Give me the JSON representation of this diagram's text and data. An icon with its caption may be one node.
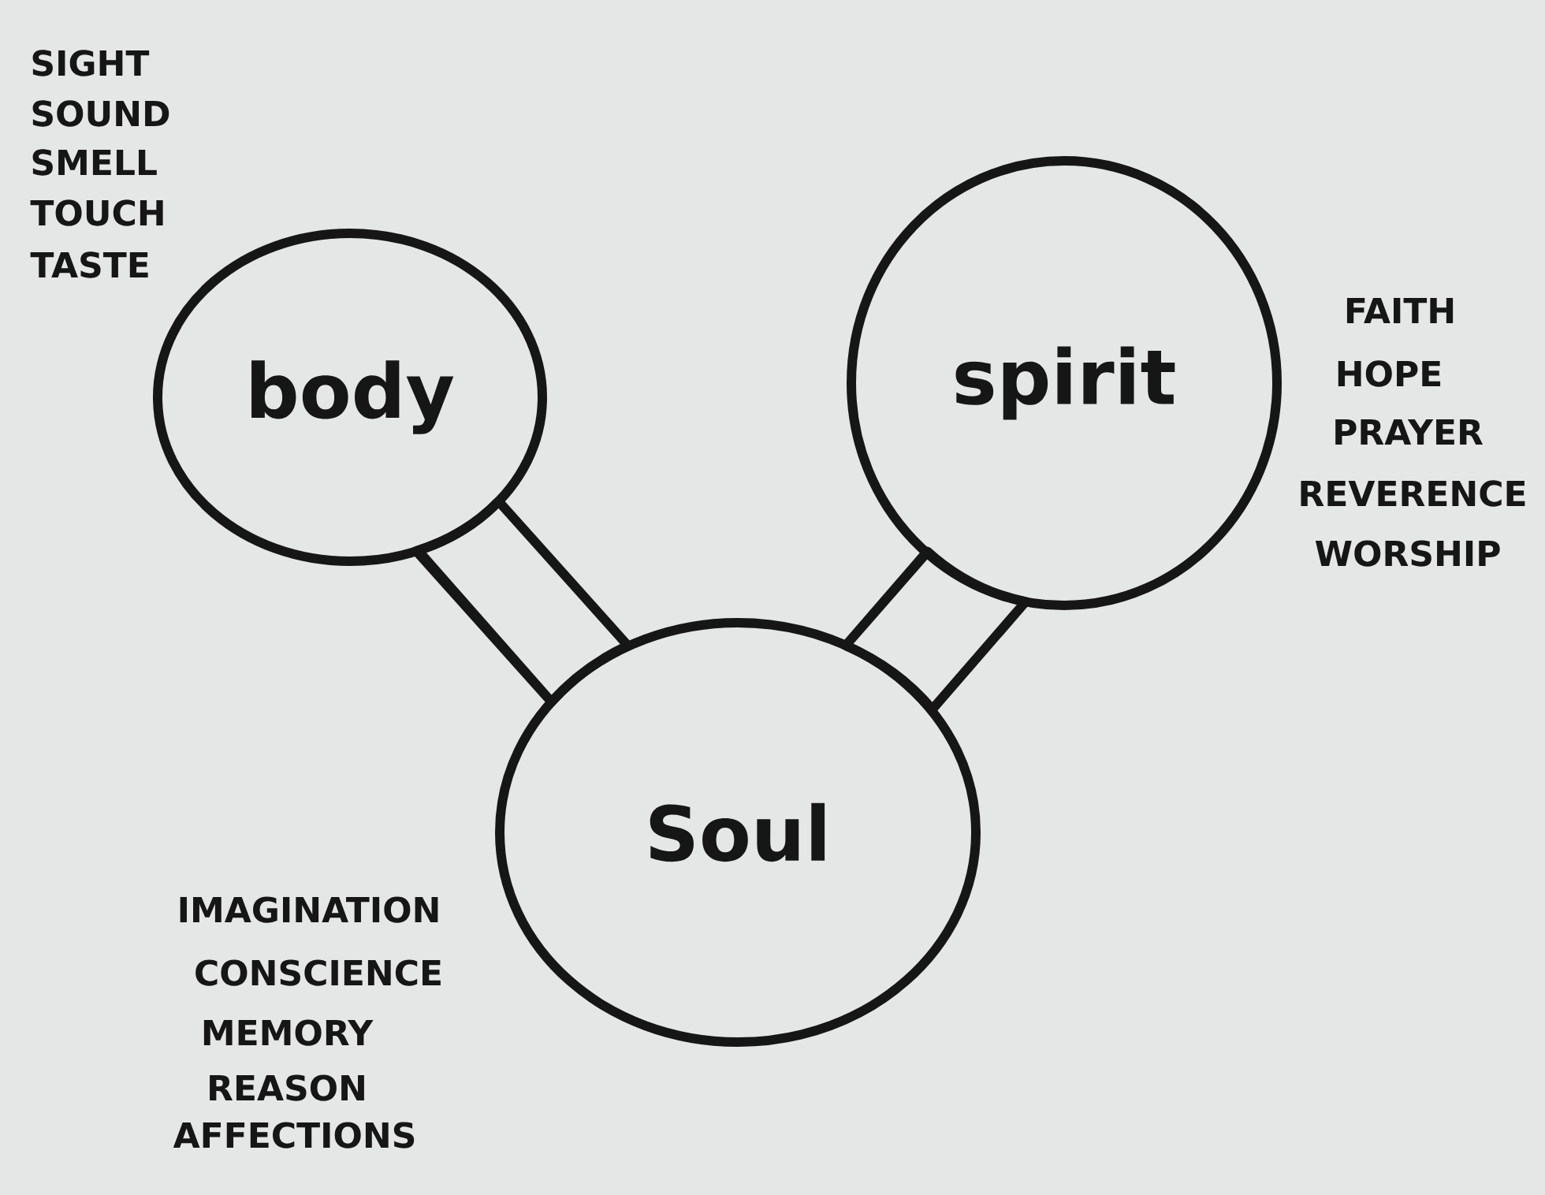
{
  "diagram": {
    "nodes": [
      {
        "text": [
          "body"
        ],
        "beside": [
          "SIGHT",
          "SOUND",
          "SMELL",
          "TOUCH",
          "TASTE"
        ]
      },
      {
        "text": [
          "spirit"
        ],
        "beside": [
          "FAITH",
          "HOPE",
          "PRAYER",
          "REVERENCE",
          "WORSHIP"
        ]
      },
      {
        "text": [
          "Soul"
        ],
        "beside": [
          "IMAGINATION",
          "CONSCIENCE",
          "MEMORY",
          "REASON",
          "AFFECTIONS"
        ]
      }
    ],
    "edges": [
      {
        "from": 0,
        "to": 2,
        "arrow": "none"
      },
      {
        "from": 1,
        "to": 2,
        "arrow": "none"
      }
    ]
  }
}
